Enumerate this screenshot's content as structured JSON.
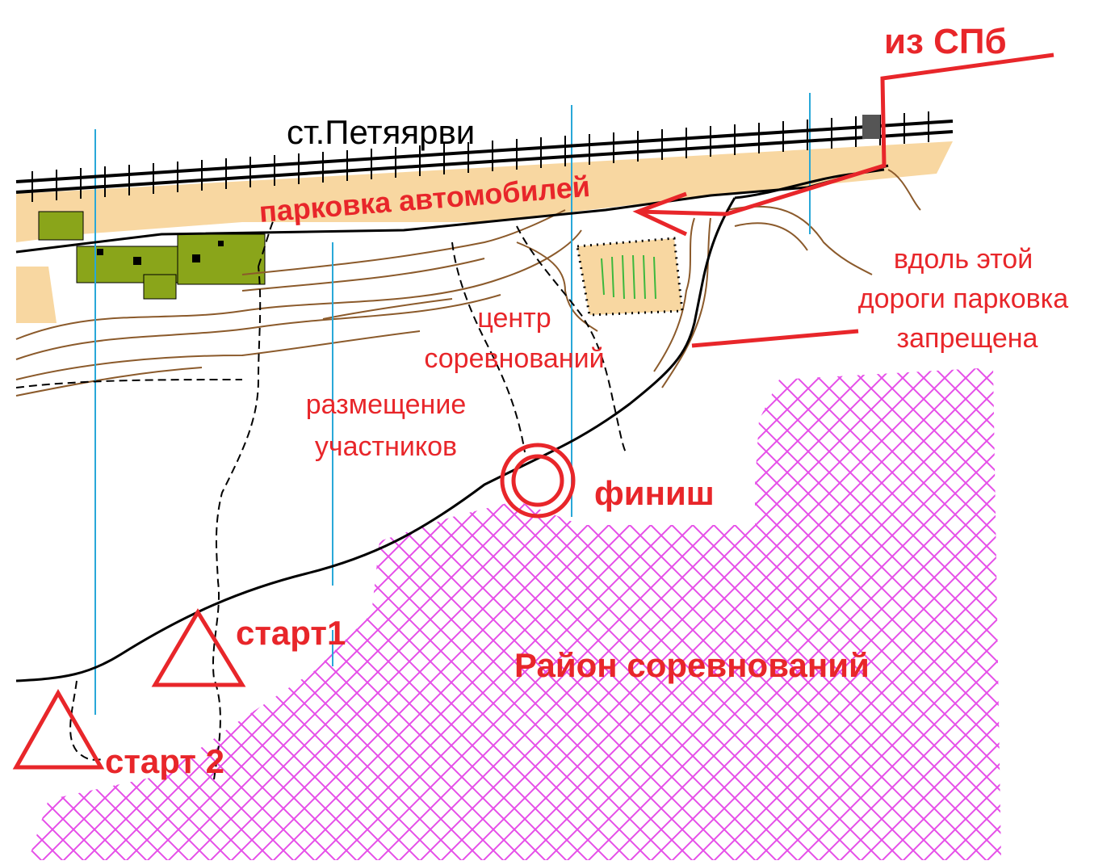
{
  "labels": {
    "station": "ст.Петяярви",
    "parking": "парковка автомобилей",
    "from_spb": "из СПб",
    "no_parking_line1": "вдоль этой",
    "no_parking_line2": "дороги парковка",
    "no_parking_line3": "запрещена",
    "center_line1": "центр",
    "center_line2": "соревнований",
    "accommodation_line1": "размещение",
    "accommodation_line2": "участников",
    "finish": "финиш",
    "start1": "старт1",
    "start2": "старт 2",
    "competition_area": "Район соревнований"
  },
  "colors": {
    "overlay_red": "#e8262a",
    "competition_hatch": "#e54fe8",
    "contour_brown": "#8b5a2b",
    "magnetic_north_blue": "#29a8d8",
    "settlement_green": "#8aa51a",
    "open_land_yellow": "#f8d7a1",
    "road_black": "#000000"
  }
}
